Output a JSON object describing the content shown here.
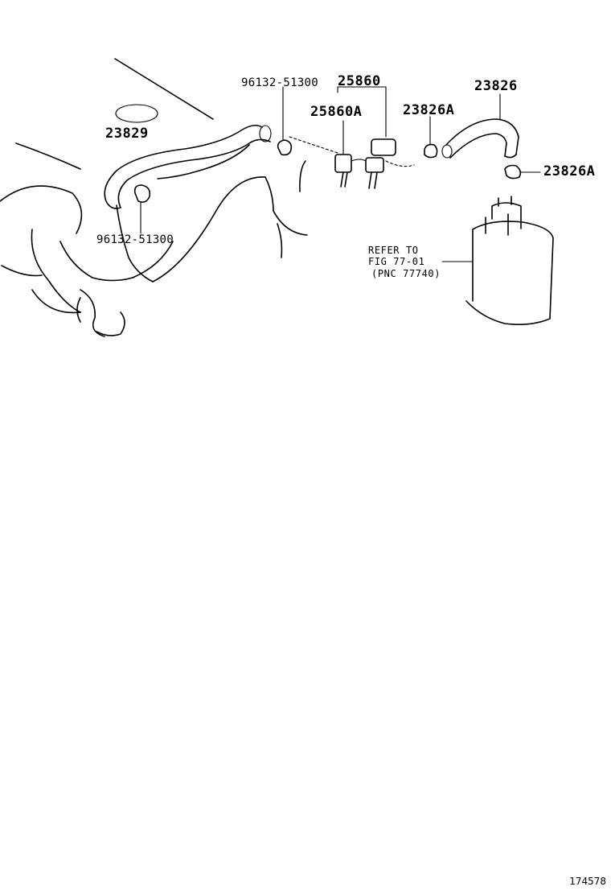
{
  "labels": {
    "part_23829": "23829",
    "part_96132_top": "96132-51300",
    "part_25860": "25860",
    "part_25860a": "25860A",
    "part_23826": "23826",
    "part_23826a_upper": "23826A",
    "part_23826a_right": "23826A",
    "part_96132_bottom": "96132-51300",
    "refer_line1": "REFER TO",
    "refer_line2": "FIG 77-01",
    "refer_line3": "(PNC 77740)"
  },
  "figure_id": "174578"
}
